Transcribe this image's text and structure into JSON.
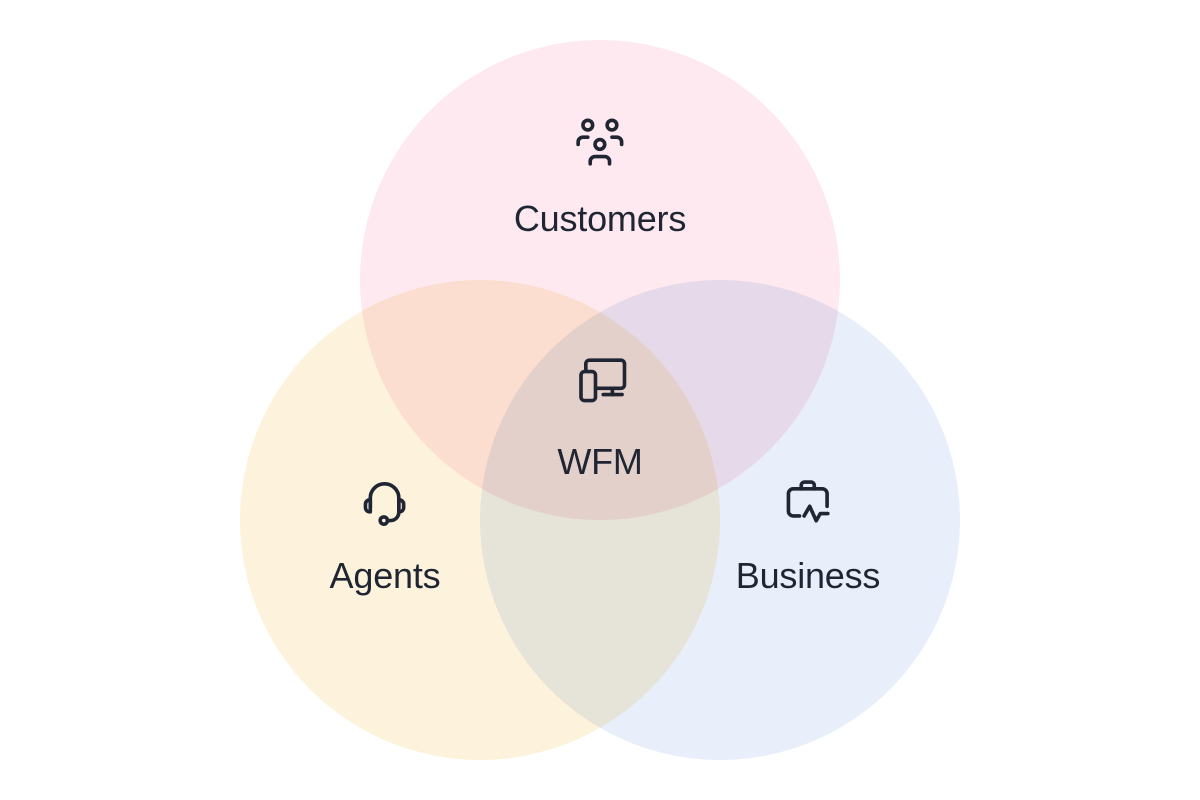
{
  "page": {
    "background": "#ffffff",
    "label_color": "#1f2533"
  },
  "venn": {
    "sets": [
      {
        "id": "customers",
        "label": "Customers",
        "icon": "users-group-icon",
        "fill": "#fde9ef"
      },
      {
        "id": "agents",
        "label": "Agents",
        "icon": "headset-icon",
        "fill": "#fdf3dd"
      },
      {
        "id": "business",
        "label": "Business",
        "icon": "briefcase-pulse-icon",
        "fill": "#e8effa"
      }
    ],
    "intersection": {
      "label": "WFM",
      "icon": "devices-icon"
    },
    "overlap_tints": {
      "customers_agents": "#fbe3d4",
      "customers_business": "#e6e0ed",
      "agents_business": "#eae8e0",
      "all_three": "#e7dad2"
    }
  }
}
